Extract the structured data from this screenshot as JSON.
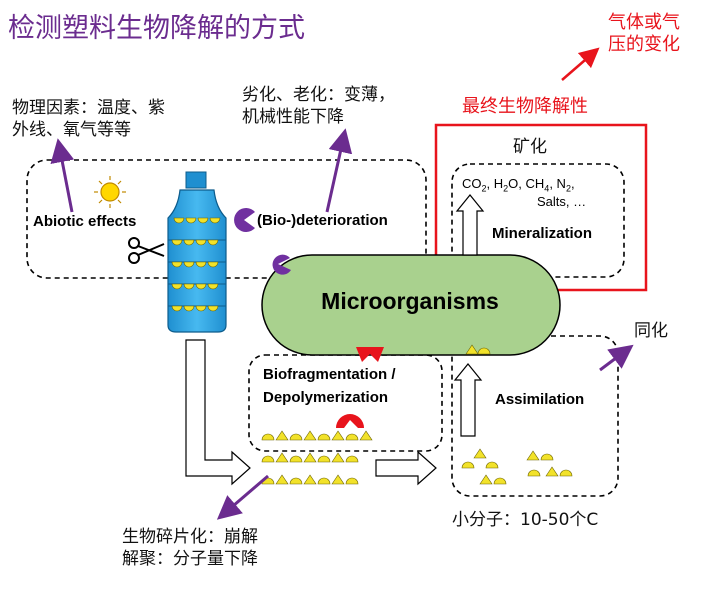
{
  "title": "检测塑料生物降解的方式",
  "annotations": {
    "physical_factors": [
      "物理因素：温度、紫",
      "外线、氧气等等"
    ],
    "deterioration_desc": [
      "劣化、老化：变薄，",
      "机械性能下降"
    ],
    "gas_change": [
      "气体或气",
      "压的变化"
    ],
    "ultimate_biodegradability": "最终生物降解性",
    "mineralization_cn": "矿化",
    "assimilation_cn": "同化",
    "fragmentation_desc": [
      "生物碎片化：崩解",
      "解聚：分子量下降"
    ],
    "small_molecules": "小分子：10-50个C"
  },
  "labels": {
    "abiotic": "Abiotic effects",
    "deterioration": "(Bio-)deterioration",
    "microorganisms": "Microorganisms",
    "mineralization": "Mineralization",
    "fragmentation_1": "Biofragmentation /",
    "fragmentation_2": "Depolymerization",
    "assimilation": "Assimilation"
  },
  "mineral_products": {
    "co2": "CO",
    "co2_sub": "2",
    "h2o": "H",
    "h2o_sub": "2",
    "h2o_tail": "O",
    "ch4": "CH",
    "ch4_sub": "4",
    "n2": "N",
    "n2_sub": "2",
    "salts": "Salts, …"
  },
  "colors": {
    "title": "#6b2c8f",
    "arrow": "#6b2c8f",
    "highlight": "#e8141c",
    "microorganism": "#a9d18e",
    "bottle": "#2aa7e8",
    "particle": "#f2e22a",
    "enzyme": "#e8141c",
    "pacman": "#7030a0"
  }
}
